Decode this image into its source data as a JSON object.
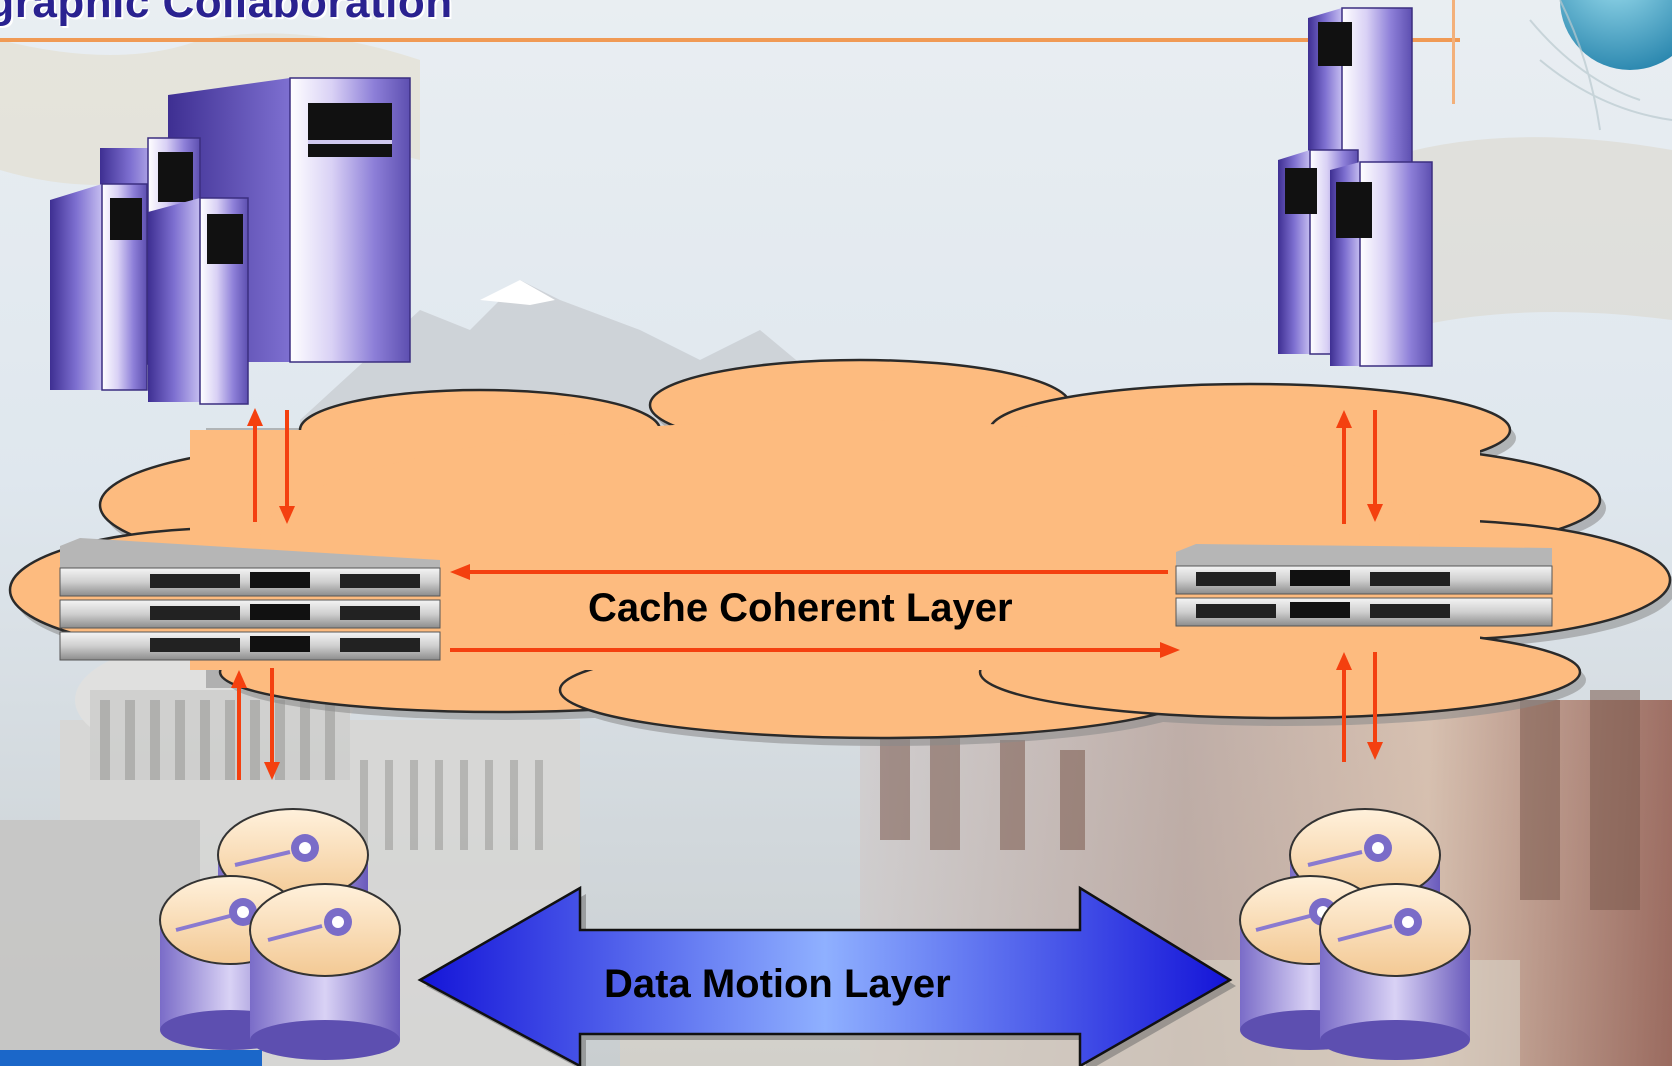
{
  "header": {
    "title": "ographic Collaboration"
  },
  "diagram": {
    "cache_layer_label": "Cache Coherent Layer",
    "data_motion_label": "Data Motion Layer"
  },
  "icons": {
    "left_servers": "server-tower-cluster-icon",
    "right_servers": "server-tower-cluster-icon",
    "left_appliances": "rack-appliance-stack-icon",
    "right_appliances": "rack-appliance-stack-icon",
    "left_storage": "disk-storage-stack-icon",
    "right_storage": "disk-storage-stack-icon",
    "globe": "globe-icon"
  },
  "colors": {
    "title": "#2a2290",
    "cloud_fill": "#fdbb7f",
    "arrow_red": "#f4400f",
    "data_arrow": "#3a3af0",
    "server_purple": "#8a78d8",
    "accent_orange": "#f0a050"
  }
}
